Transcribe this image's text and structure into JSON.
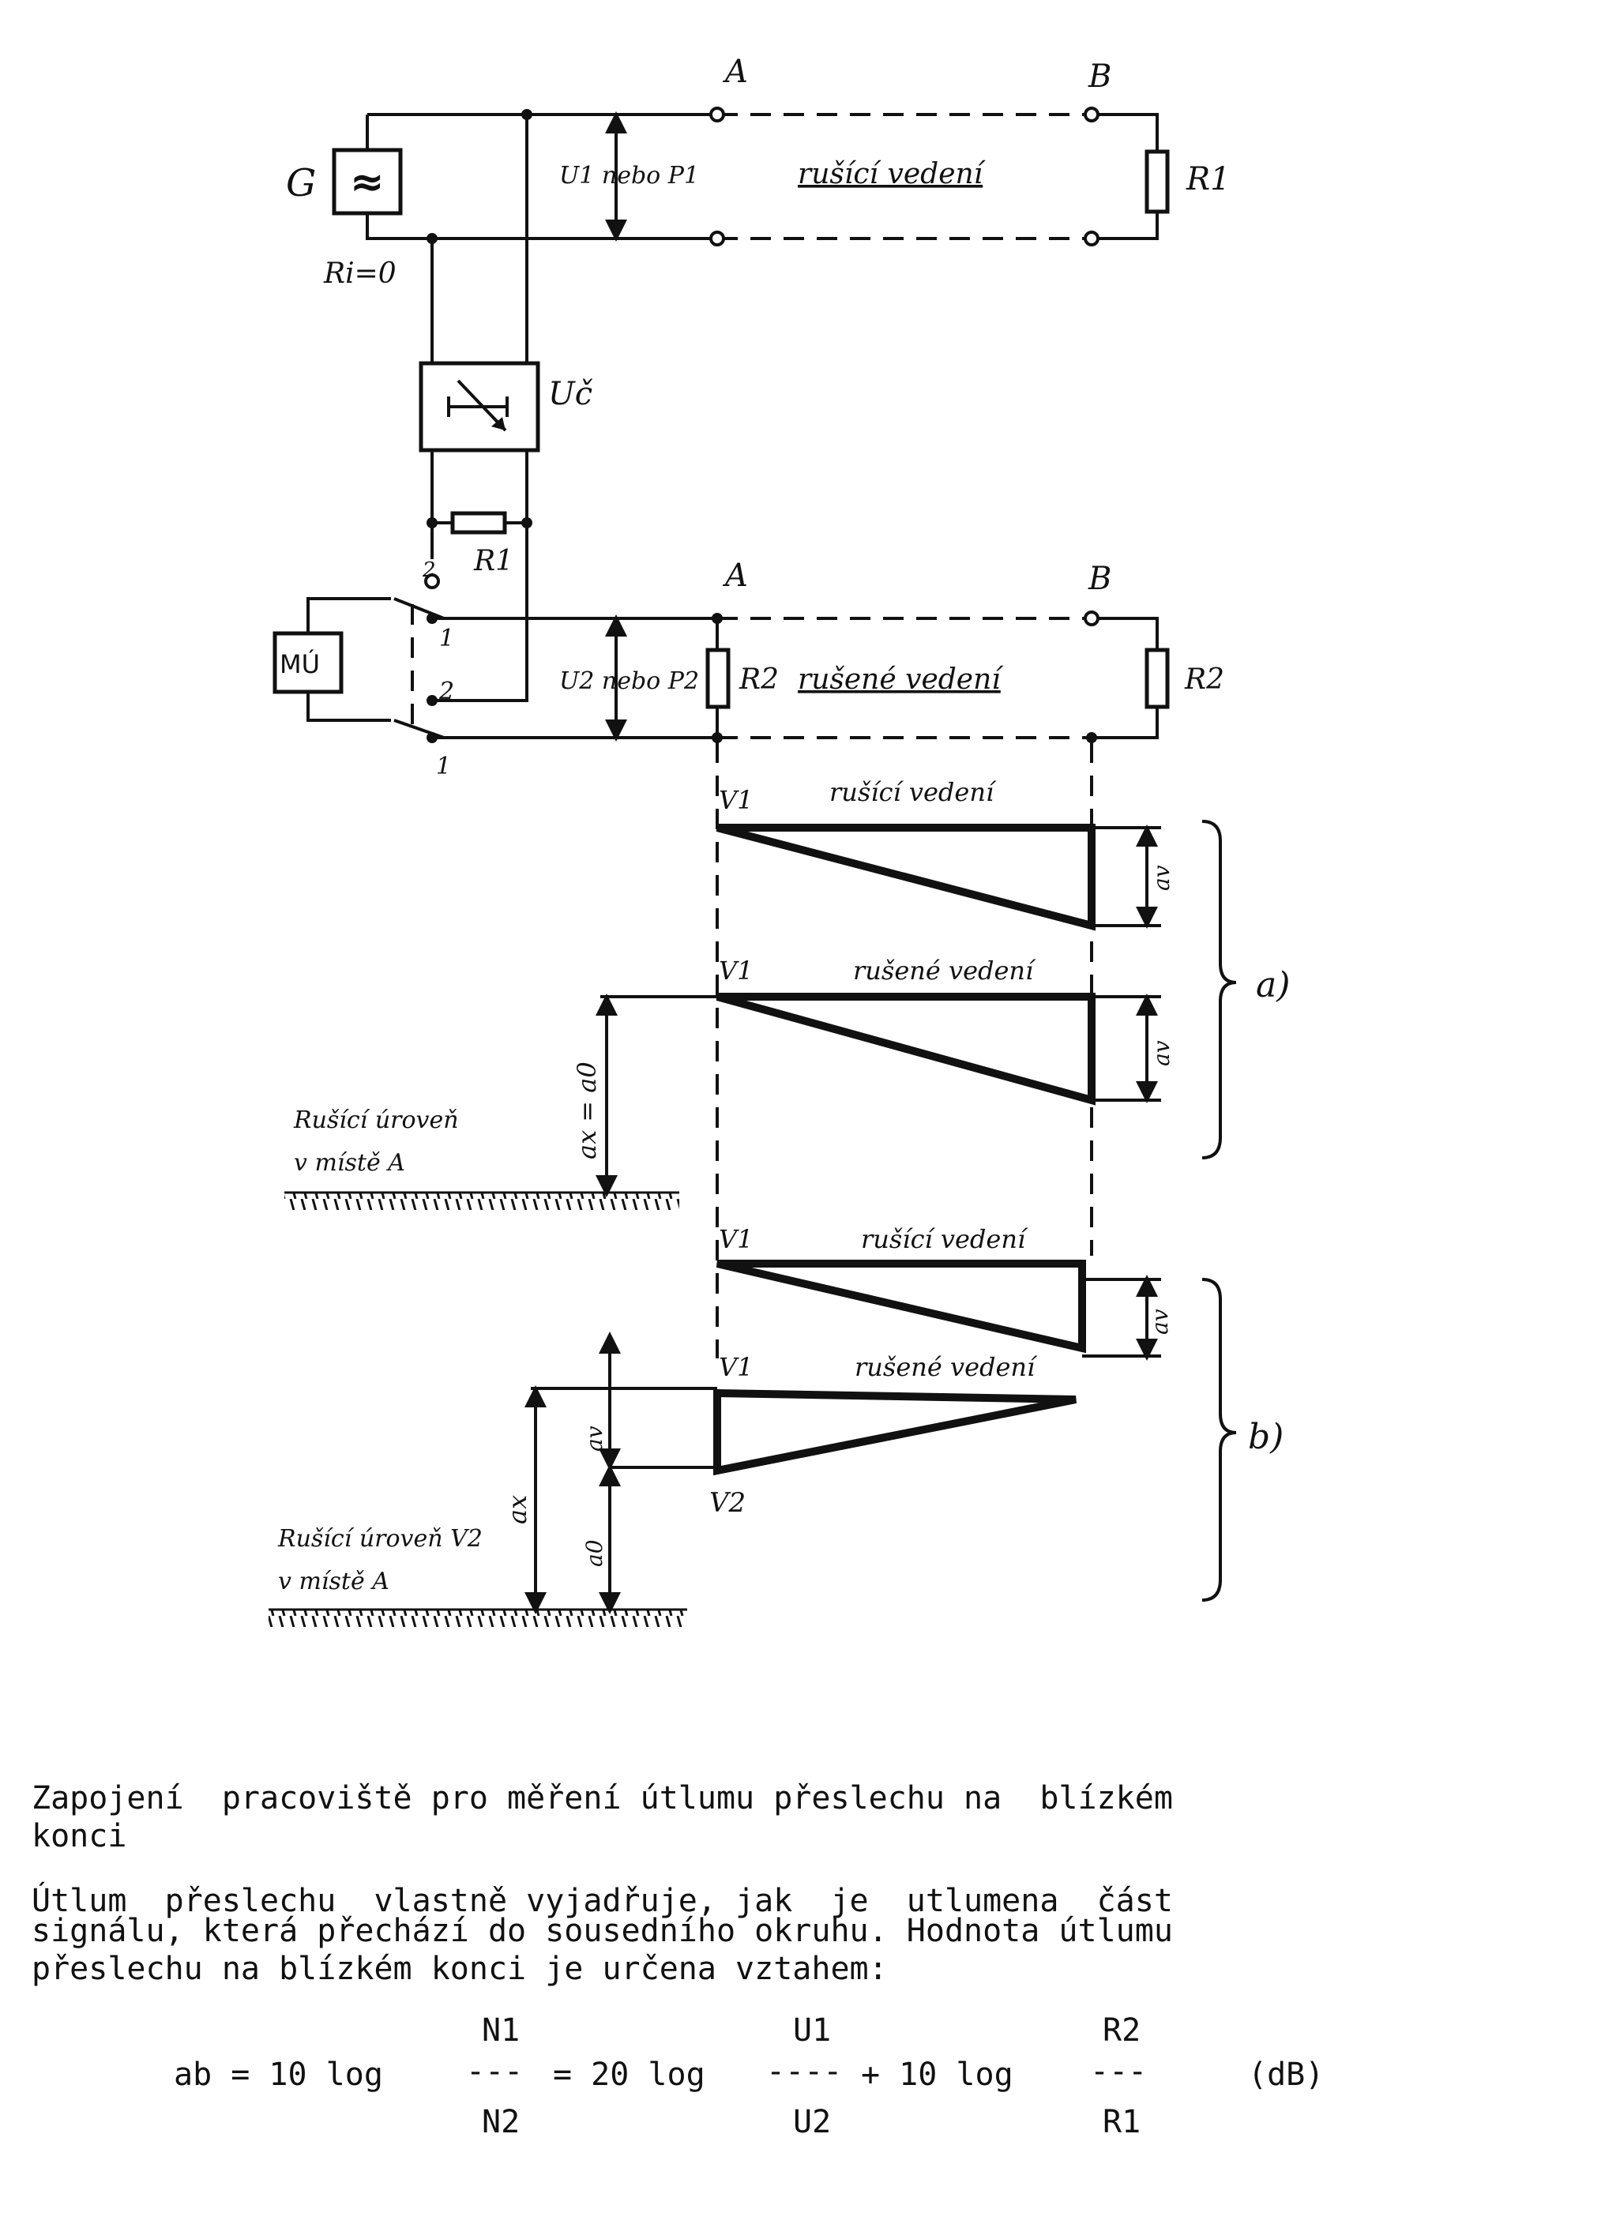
{
  "labels": {
    "point_a": "A",
    "point_b": "B",
    "generator": "G",
    "generator_symbol": "≈",
    "internal_resistance": "Ri=0",
    "u1_or_p1": "U1 nebo P1",
    "disturbing_line_top": "rušící vedení",
    "r1": "R1",
    "uc": "Uč",
    "mu": "MÚ",
    "u2_or_p2": "U2 nebo P2",
    "r2": "R2",
    "disturbed_line_top": "rušené vedení",
    "switch_pos_1": "1",
    "switch_pos_2": "2",
    "v1": "V1",
    "v2": "V2",
    "graph_disturbing_line": "rušící vedení",
    "graph_disturbed_line": "rušené vedení",
    "a_v": "av",
    "a_x_eq_a0": "ax = a0",
    "a_x": "ax",
    "a_0": "a0",
    "level_a_line1": "Rušící úroveň",
    "level_a_line2": "v místě A",
    "level_b_line1": "Rušící úroveň V2",
    "level_b_line2": "v místě A",
    "group_a": "a)",
    "group_b": "b)"
  },
  "caption": {
    "title_line1": "Zapojení  pracoviště pro měření útlumu přeslechu na  blízkém",
    "title_line2": "konci",
    "para_line1": "Útlum  přeslechu  vlastně vyjadřuje, jak  je  utlumena  část",
    "para_line2": "signálu, která přechází do sousedního okruhu. Hodnota útlumu",
    "para_line3": "přeslechu na blízkém konci je určena vztahem:"
  },
  "formula": {
    "lhs": "ab = 10 log",
    "num1": "N1",
    "bar1": "---",
    "den1": "N2",
    "eq2": "= 20 log",
    "num2": "U1",
    "bar2": "----",
    "den2": "U2",
    "plus3": "+ 10 log",
    "num3": "R2",
    "bar3": "---",
    "den3": "R1",
    "unit": "(dB)"
  }
}
